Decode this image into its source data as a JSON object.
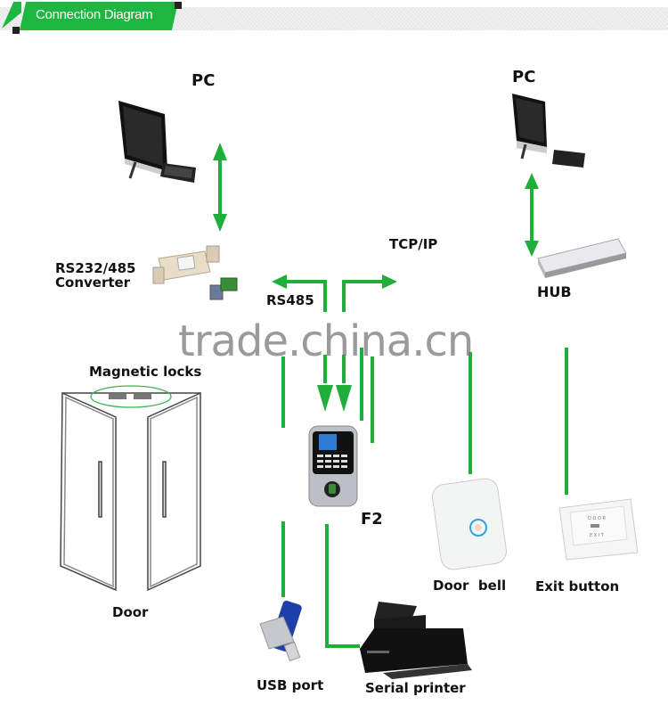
{
  "header": {
    "title": "Connection Diagram",
    "accent": "#1db640"
  },
  "watermark": "trade.china.cn",
  "nodes": {
    "pc_left": "PC",
    "pc_right": "PC",
    "converter_line1": "RS232/485",
    "converter_line2": "Converter",
    "rs485": "RS485",
    "tcpip": "TCP/IP",
    "hub": "HUB",
    "magnetic_locks": "Magnetic locks",
    "door": "Door",
    "device": "F2",
    "door_bell": "Door  bell",
    "exit_button": "Exit button",
    "usb_port": "USB port",
    "serial_printer": "Serial printer"
  },
  "colors": {
    "line": "#1fae3a",
    "text": "#111111"
  }
}
